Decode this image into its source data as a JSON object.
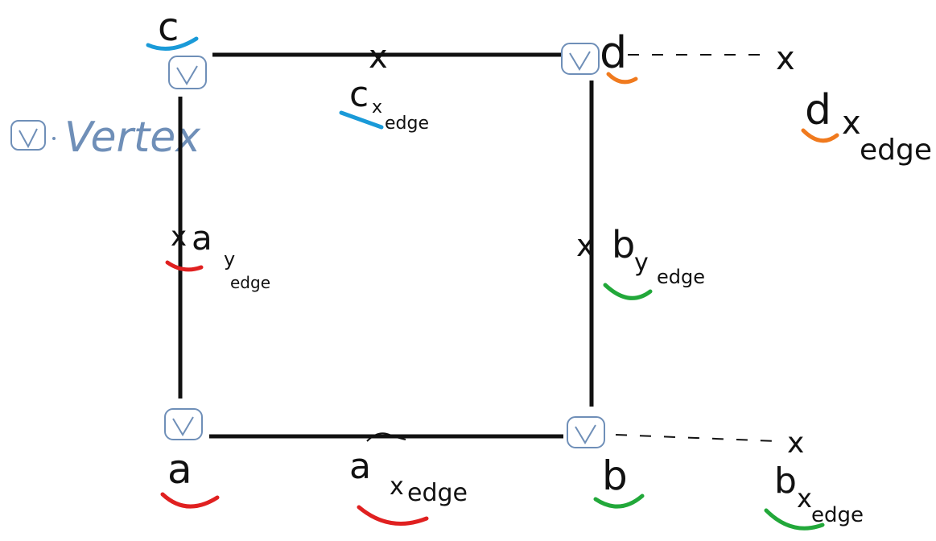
{
  "legend": {
    "label": "Vertex"
  },
  "vertices": [
    {
      "id": "a",
      "label": "a",
      "underline_color": "#e02020"
    },
    {
      "id": "b",
      "label": "b",
      "underline_color": "#22a83a"
    },
    {
      "id": "c",
      "label": "c",
      "underline_color": "#1a9ad8"
    },
    {
      "id": "d",
      "label": "d",
      "underline_color": "#f07a1e"
    }
  ],
  "edge_labels": {
    "c_x": {
      "base": "c",
      "sub": "x",
      "sub2": "edge"
    },
    "a_y": {
      "base": "a",
      "sub": "y",
      "sub2": "edge"
    },
    "b_y": {
      "base": "b",
      "sub": "y",
      "sub2": "edge"
    },
    "a_x": {
      "base": "a",
      "sub": "x",
      "sub2": "edge"
    },
    "d_x": {
      "base": "d",
      "sub": "x",
      "sub2": "edge"
    },
    "b_x": {
      "base": "b",
      "sub": "x",
      "sub2": "edge"
    }
  },
  "marker": "x",
  "colors": {
    "line": "#111111",
    "vertex_icon": "#6f8fb8",
    "red": "#e02020",
    "green": "#22a83a",
    "blue": "#1a9ad8",
    "orange": "#f07a1e"
  }
}
